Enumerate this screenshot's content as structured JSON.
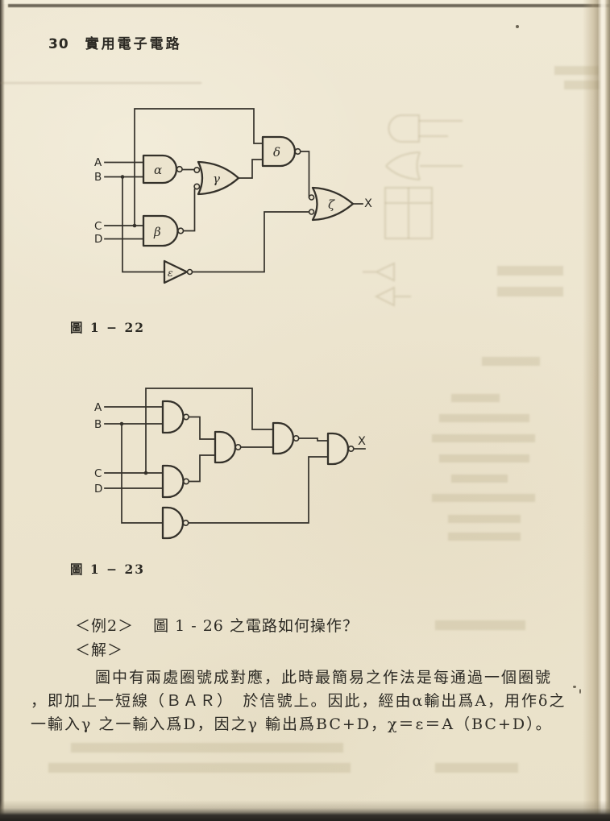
{
  "colors": {
    "paper": "#ece4ce",
    "ink": "#34312a",
    "edge_dark": "#23211d"
  },
  "header": {
    "page_number": "30",
    "book_title": "實用電子電路"
  },
  "fig22": {
    "caption": "圖 1 − 22",
    "input_a": "A",
    "input_b": "B",
    "input_c": "C",
    "input_d": "D",
    "gate_alpha": "α",
    "gate_beta": "β",
    "gate_gamma": "γ",
    "gate_delta": "δ",
    "gate_epsilon": "ε",
    "gate_zeta": "ζ",
    "output": "X"
  },
  "fig23": {
    "caption": "圖 1 − 23",
    "input_a": "A",
    "input_b": "B",
    "input_c": "C",
    "input_d": "D",
    "output": "X"
  },
  "example": {
    "label": "＜例2＞",
    "question": "圖 1 - 26 之電路如何操作？",
    "solution_label": "＜解＞",
    "line1": "圖中有兩處圈號成對應，此時最簡易之作法是每通過一個圈號",
    "line2": "，即加上一短線（ＢＡＲ）　於信號上。因此，經由α輸出爲A，用作δ之",
    "line3": "一輸入γ 之一輸入爲D，因之γ 輸出爲BC+D，χ＝ε＝A（BC+D）。"
  }
}
